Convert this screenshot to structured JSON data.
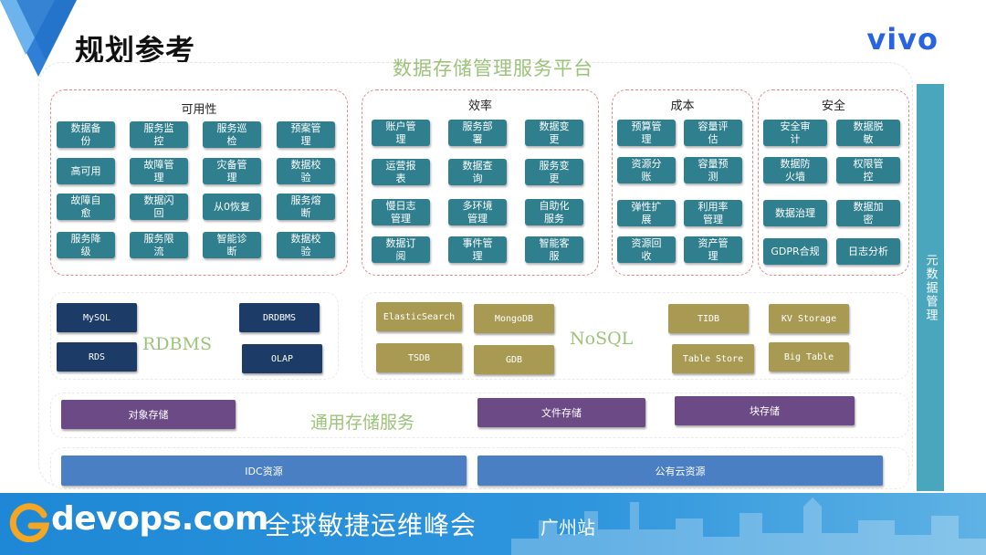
{
  "header": {
    "title": "规划参考",
    "brand": "vivo"
  },
  "platform": {
    "title": "数据存储管理服务平台"
  },
  "groups": {
    "availability": {
      "title": "可用性",
      "items": [
        "数据备\n份",
        "服务监\n控",
        "服务巡\n检",
        "预案管\n理",
        "高可用",
        "故障管\n理",
        "灾备管\n理",
        "数据校\n验",
        "故障自\n愈",
        "数据闪\n回",
        "从0恢复",
        "服务熔\n断",
        "服务降\n级",
        "服务限\n流",
        "智能诊\n断",
        "数据校\n验"
      ]
    },
    "efficiency": {
      "title": "效率",
      "items": [
        "账户管\n理",
        "服务部\n署",
        "数据变\n更",
        "运营报\n表",
        "数据查\n询",
        "服务变\n更",
        "慢日志\n管理",
        "多环境\n管理",
        "自助化\n服务",
        "数据订\n阅",
        "事件管\n理",
        "智能客\n服"
      ]
    },
    "cost": {
      "title": "成本",
      "items": [
        "预算管\n理",
        "容量评\n估",
        "资源分\n账",
        "容量预\n测",
        "弹性扩\n展",
        "利用率\n管理",
        "资源回\n收",
        "资产管\n理"
      ]
    },
    "security": {
      "title": "安全",
      "items": [
        "安全审\n计",
        "数据脱\n敏",
        "数据防\n火墙",
        "权限管\n控",
        "数据治理",
        "数据加\n密",
        "GDPR合规",
        "日志分析"
      ]
    }
  },
  "rdbms": {
    "label": "RDBMS",
    "items": [
      "MySQL",
      "DRDBMS",
      "RDS",
      "OLAP"
    ]
  },
  "nosql": {
    "label": "NoSQL",
    "items": [
      "ElasticSearch",
      "MongoDB",
      "TSDB",
      "GDB",
      "TIDB",
      "KV Storage",
      "Table Store",
      "Big Table"
    ]
  },
  "general_storage": {
    "label": "通用存储服务",
    "items": [
      "对象存储",
      "文件存储",
      "块存储"
    ]
  },
  "resources": {
    "items": [
      "IDC资源",
      "公有云资源"
    ]
  },
  "metadata": {
    "label": "元数据管理"
  },
  "footer": {
    "brand": "devops.com",
    "event": "全球敏捷运维峰会",
    "city": "广州站"
  },
  "colors": {
    "tile_teal": "#2f7f8e",
    "db_navy": "#1c3b67",
    "db_gold": "#a89a52",
    "purple": "#6b4a86",
    "blue": "#4a7fc4",
    "green_label": "#9cc37a",
    "footer_blue": "#1e88d6"
  }
}
